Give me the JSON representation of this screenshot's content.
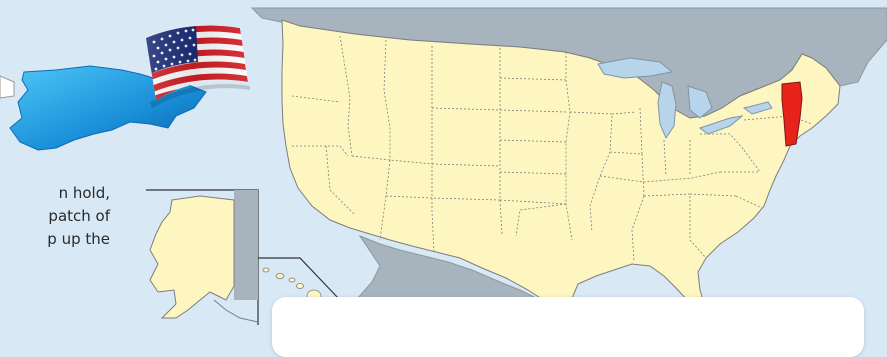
{
  "text_lines": [
    "n hold,",
    "patch of",
    "p up the"
  ],
  "colors": {
    "ocean": "#d9e8f5",
    "land": "#fdf6c0",
    "neighbor_land": "#a7b3bd",
    "highlight": "#e8231c",
    "state_border": "#7d7d7d",
    "water": "#b8d4ea",
    "blob": "#1e8fd6"
  },
  "icons": {
    "flag": "us-flag-icon",
    "blob": "territory-shape-icon"
  },
  "highlighted_state": "vermont"
}
